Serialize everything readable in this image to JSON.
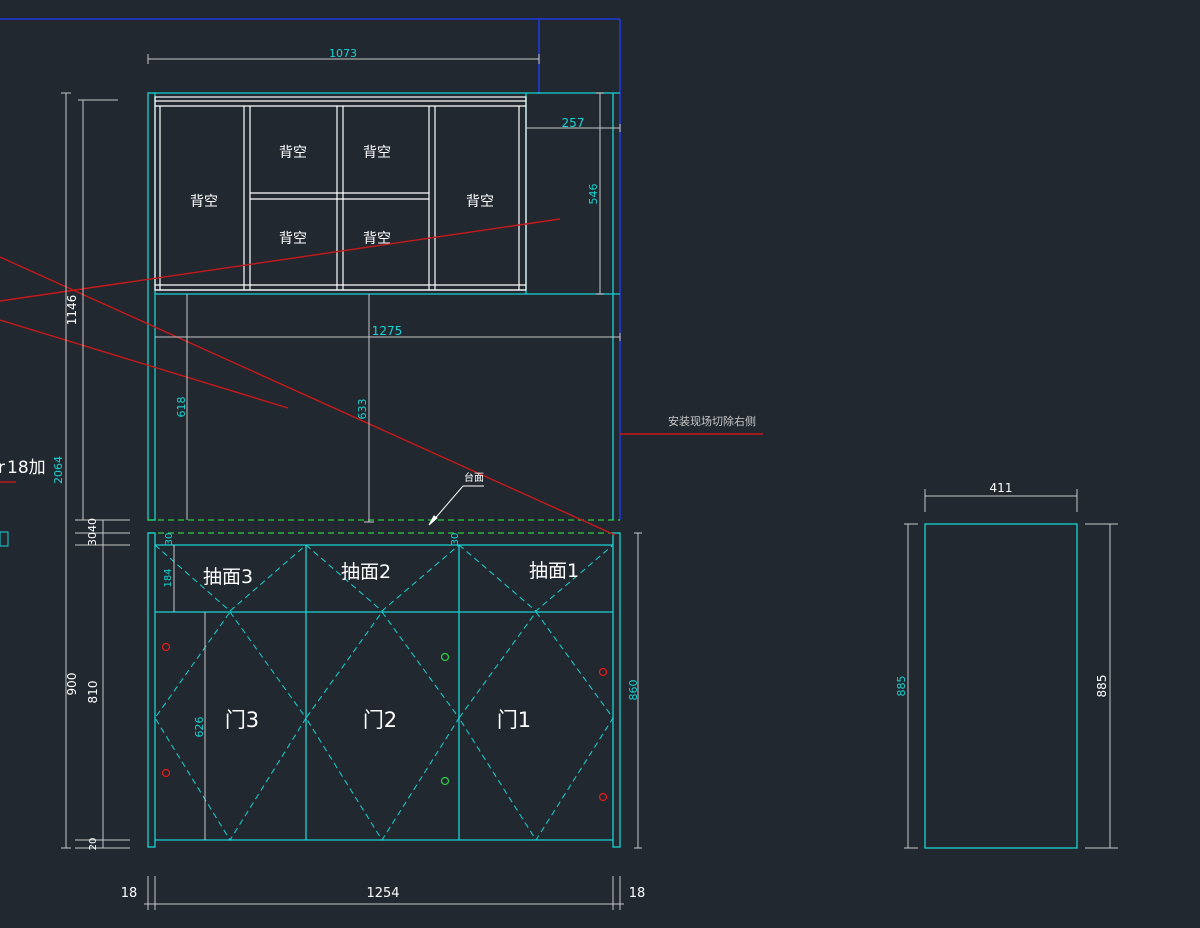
{
  "colors": {
    "background": "#212830",
    "cabinet": "#18d3d3",
    "dimension": "#c8c8c8",
    "cut_line": "#c81919",
    "boundary": "#1f3dff",
    "countertop": "#2ecc40",
    "hole_red": "#e21b1b",
    "hole_green": "#2ecc40",
    "white": "#ffffff"
  },
  "upper": {
    "compartments": [
      "背空",
      "背空",
      "背空",
      "背空",
      "背空",
      "背空"
    ]
  },
  "base": {
    "drawers": [
      "抽面3",
      "抽面2",
      "抽面1"
    ],
    "doors": [
      "门3",
      "门2",
      "门1"
    ]
  },
  "labels": {
    "countertop": "台面",
    "cut_note": "安装现场切除右侧",
    "left_fragment": "18加",
    "left_fragment_prefix": "r"
  },
  "dims": {
    "d1073": "1073",
    "d257": "257",
    "d546": "546",
    "d1146": "1146",
    "d1275": "1275",
    "d618": "618",
    "d633": "633",
    "d2064": "2064",
    "d3040": "3040",
    "d30a": "30",
    "d30b": "30",
    "d184": "184",
    "d900": "900",
    "d810": "810",
    "d626": "626",
    "d860": "860",
    "d20": "20",
    "d18l": "18",
    "d1254": "1254",
    "d18r": "18",
    "d411": "411",
    "d885l": "885",
    "d885r": "885"
  }
}
